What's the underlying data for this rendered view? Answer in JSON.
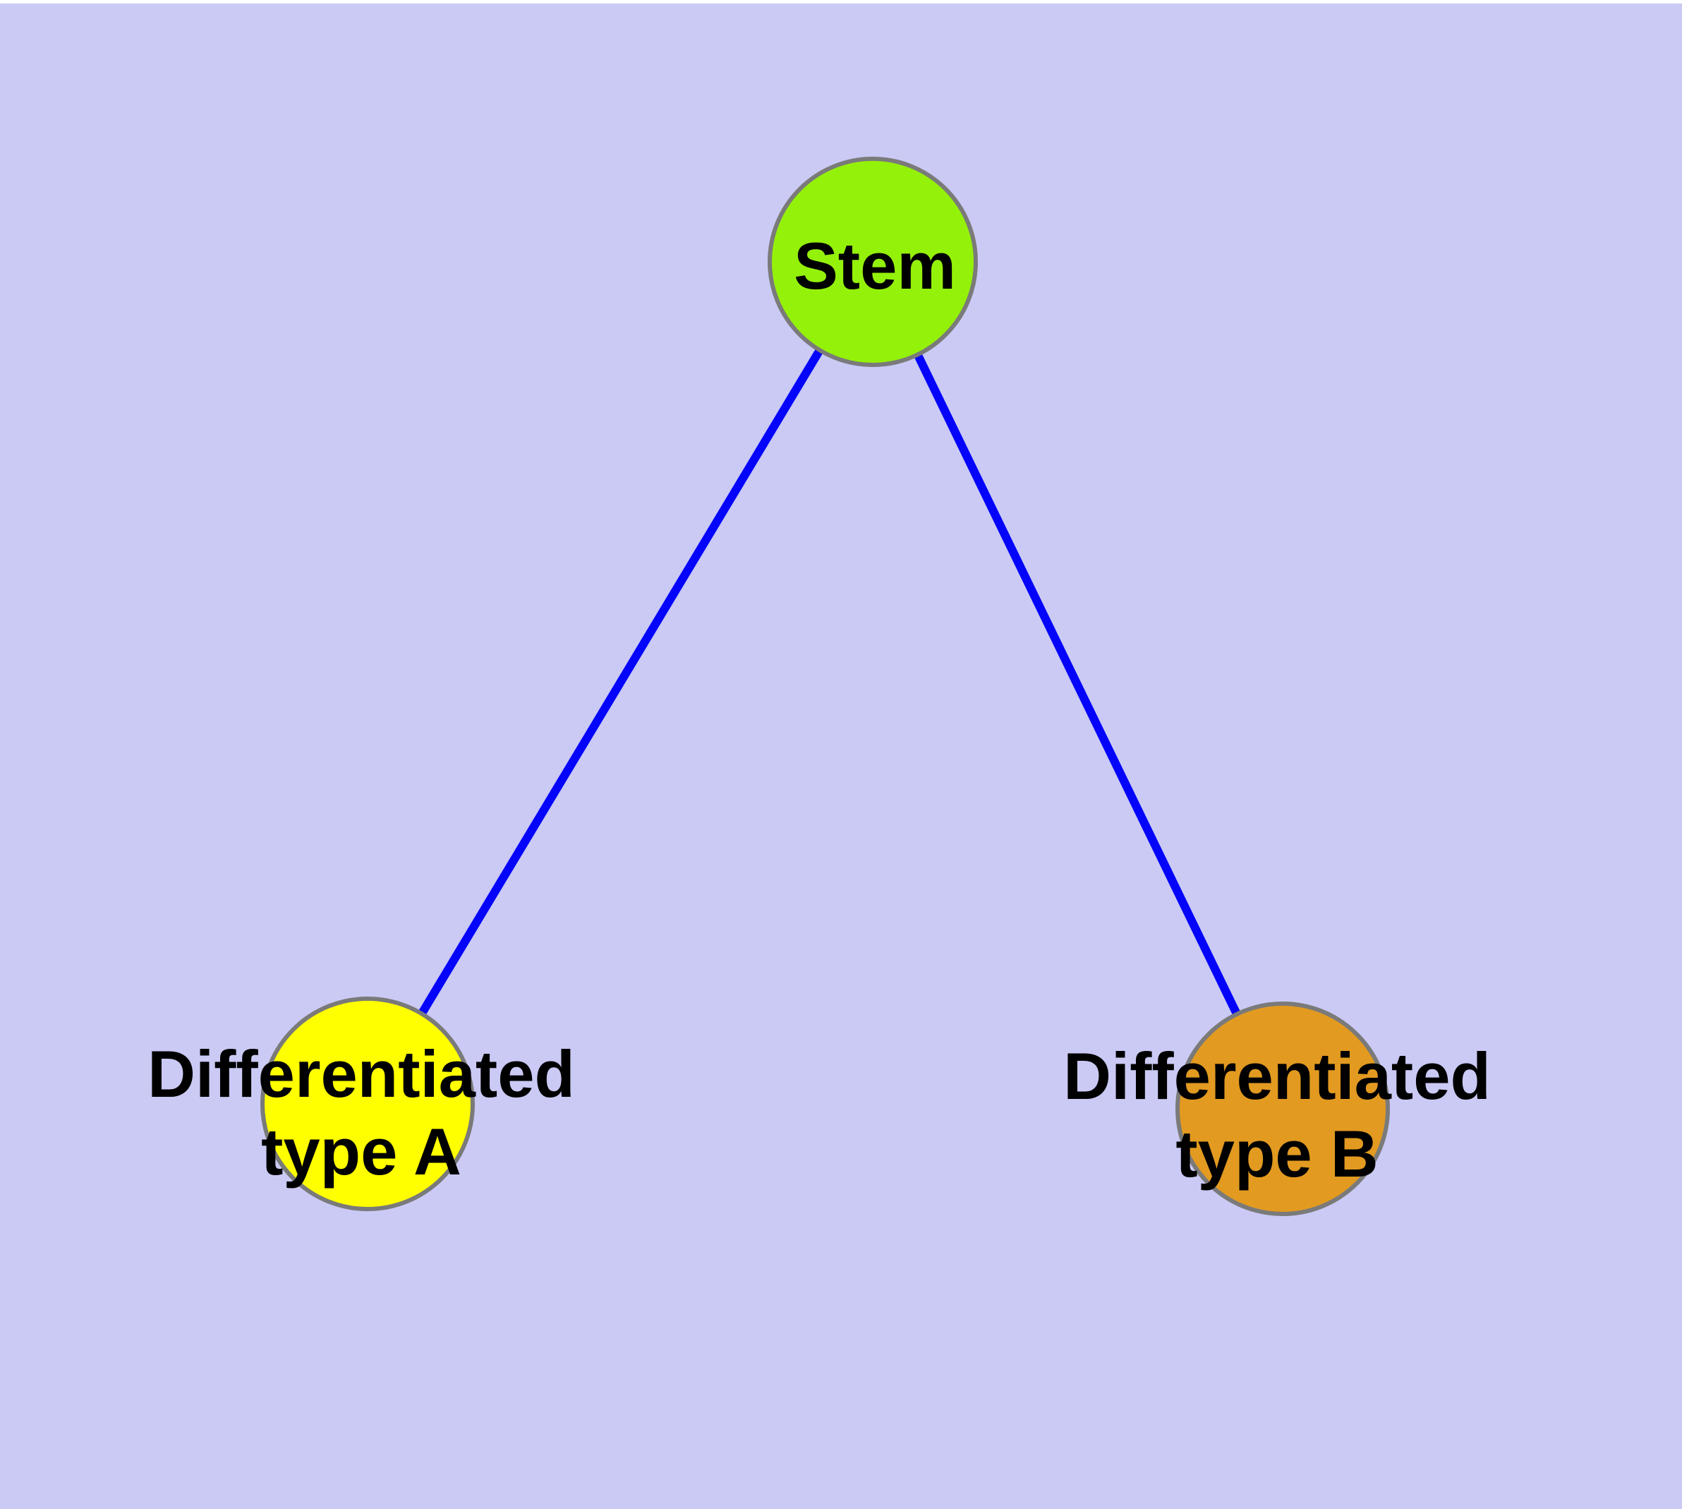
{
  "page": {
    "margin_color": "#FFFFFF"
  },
  "diagram": {
    "type": "graph",
    "description": "Stem cell differentiation diagram",
    "background_color": "#CACAF5",
    "edge_color": "#0404FA",
    "node_border_color": "#7A7A7A",
    "label_color": "#000000",
    "nodes": [
      {
        "id": "stem",
        "label_lines": [
          "Stem"
        ],
        "fill_color": "#94F10A"
      },
      {
        "id": "differentiated-type-a",
        "label_lines": [
          "Differentiated",
          "type A"
        ],
        "fill_color": "#FFFF00"
      },
      {
        "id": "differentiated-type-b",
        "label_lines": [
          "Differentiated",
          "type B"
        ],
        "fill_color": "#E29A20"
      }
    ],
    "edges": [
      {
        "from": "stem",
        "to": "differentiated-type-a"
      },
      {
        "from": "stem",
        "to": "differentiated-type-b"
      }
    ]
  }
}
